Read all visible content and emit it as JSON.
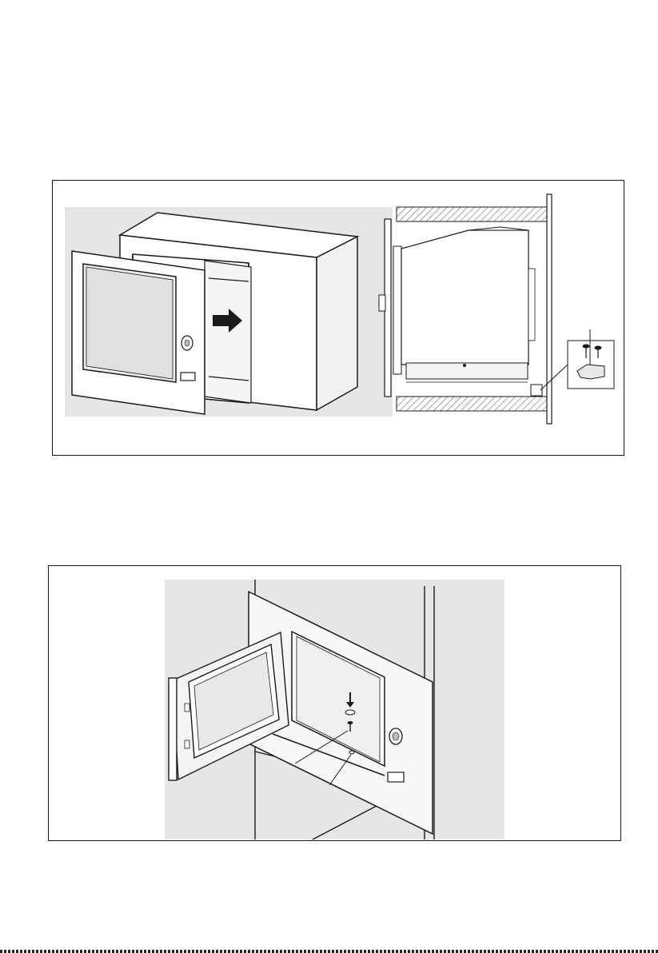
{
  "page": {
    "figures": [
      {
        "id": "figure-1",
        "panels": [
          "cabinet-insertion-perspective",
          "cabinet-cross-section-with-bracket-detail"
        ]
      },
      {
        "id": "figure-2",
        "panels": [
          "door-open-screw-fixing"
        ]
      }
    ]
  },
  "colors": {
    "line": "#1a1a1a",
    "panel_bg": "#e4e4e4",
    "hatch": "#555555",
    "white": "#ffffff"
  },
  "icons": {
    "arrow": "push-arrow-icon",
    "down_arrow": "down-arrow-icon",
    "screw": "screw-icon",
    "knob": "control-knob-icon"
  }
}
